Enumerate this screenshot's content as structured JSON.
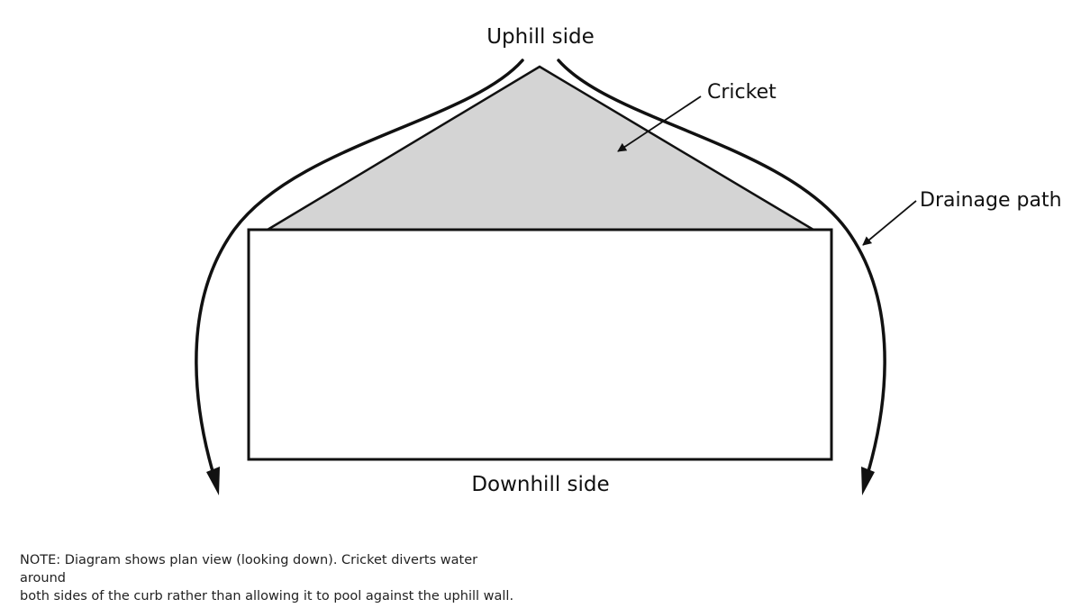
{
  "labels": {
    "uphill": "Uphill side",
    "downhill": "Downhill side",
    "cricket": "Cricket",
    "drainage": "Drainage path"
  },
  "note": {
    "line1": "NOTE: Diagram shows plan view (looking down). Cricket diverts water around",
    "line2": "both sides of the curb rather than allowing it to pool against the uphill wall."
  },
  "colors": {
    "cricket_fill": "#d4d4d4",
    "stroke": "#111111",
    "background": "#ffffff"
  }
}
